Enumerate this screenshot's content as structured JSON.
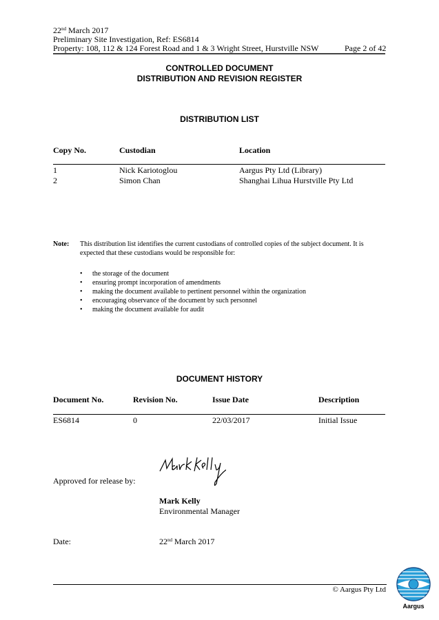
{
  "header": {
    "date_day": "22",
    "date_sup": "nd",
    "date_rest": " March 2017",
    "line2": "Preliminary Site Investigation, Ref: ES6814",
    "line3": "Property: 108, 112 & 124 Forest Road and 1 & 3 Wright Street, Hurstville NSW",
    "page": "Page 2 of 42"
  },
  "title1": "CONTROLLED DOCUMENT",
  "title2": "DISTRIBUTION AND REVISION REGISTER",
  "distribution": {
    "title": "DISTRIBUTION LIST",
    "headers": [
      "Copy No.",
      "Custodian",
      "Location"
    ],
    "rows": [
      [
        "1",
        "Nick Kariotoglou",
        "Aargus Pty Ltd (Library)"
      ],
      [
        "2",
        "Simon Chan",
        "Shanghai Lihua Hurstville Pty Ltd"
      ]
    ]
  },
  "note": {
    "label": "Note:",
    "line1": "This distribution list identifies the current custodians of controlled copies of the subject document.  It is",
    "line2": "expected that these custodians would be responsible for:",
    "bullets": [
      "the storage of the document",
      "ensuring prompt incorporation of amendments",
      "making the document available to pertinent personnel within the organization",
      "encouraging observance of the document by such personnel",
      "making the document available for audit"
    ]
  },
  "history": {
    "title": "DOCUMENT HISTORY",
    "headers": [
      "Document No.",
      "Revision No.",
      "Issue Date",
      "Description"
    ],
    "rows": [
      [
        "ES6814",
        "0",
        "22/03/2017",
        "Initial Issue"
      ]
    ]
  },
  "approval": {
    "label": "Approved for release by:",
    "signature": "Mark Kelly",
    "name": "Mark Kelly",
    "role": "Environmental Manager",
    "date_label": "Date:",
    "date_day": "22",
    "date_sup": "nd",
    "date_rest": " March 2017"
  },
  "footer": {
    "copyright": "© Aargus Pty Ltd",
    "logo_text": "Aargus"
  },
  "colors": {
    "logo_blue": "#2a9fd8"
  }
}
